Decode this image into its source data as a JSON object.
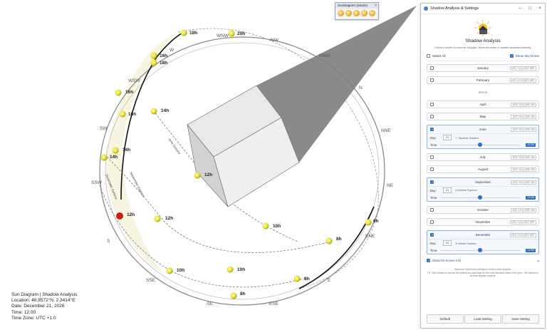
{
  "toolbar": {
    "title": "SunDiagram (Studio)"
  },
  "status": {
    "line1": "Sun Diagram | Shadow Analysis",
    "line2": "Location: 48.8572°N, 2.3414°E",
    "line3": "Date: December 21, 2026",
    "line4": "Time: 12:00",
    "line5": "Time Zone: UTC +1.0"
  },
  "scene": {
    "directions": [
      "N",
      "NNE",
      "NE",
      "ENE",
      "E",
      "ESE",
      "SE",
      "SSE",
      "S",
      "SSW",
      "SW",
      "WSW",
      "W",
      "WNW",
      "NW",
      "NNW"
    ],
    "path_labels": {
      "june": "June Solstice",
      "september": "September Equinox",
      "december": "December Solstice"
    },
    "sun_labels": [
      "18h",
      "20h",
      "16h",
      "18h",
      "16h",
      "14h",
      "16h",
      "14h",
      "14h",
      "12h",
      "12h",
      "12h",
      "10h",
      "10h",
      "8h",
      "6h",
      "10h",
      "8h",
      "8h"
    ]
  },
  "panel": {
    "window_title": "Shadow Analysis & Settings",
    "title": "Shadow Analysis",
    "description": "Check a month to show its Sunpath. Move the slider to update shadows instantly.",
    "select_all": "Select All",
    "show_sky_dome": "Show Sky Dome",
    "months": [
      {
        "name": "January",
        "tz": "UTC +1.0 | DST: OFF",
        "checked": false
      },
      {
        "name": "February",
        "tz": "UTC +1.0 | DST: OFF",
        "checked": false
      },
      {
        "name": "March"
      },
      {
        "name": "April",
        "tz": "UTC +2.0 | DST: ON",
        "checked": false
      },
      {
        "name": "May",
        "tz": "UTC +2.0 | DST: ON",
        "checked": false
      },
      {
        "name": "June",
        "tz": "UTC +2.0 | DST: ON",
        "checked": true,
        "day": "21",
        "event": "Summer Solstice",
        "time": "12:00",
        "time_fraction": 0.5
      },
      {
        "name": "July",
        "tz": "UTC +2.0 | DST: ON",
        "checked": false
      },
      {
        "name": "August",
        "tz": "UTC +2.0 | DST: ON",
        "checked": false
      },
      {
        "name": "September",
        "tz": "UTC +2.0 | DST: ON",
        "checked": true,
        "day": "21",
        "event": "Autumn Equinox",
        "time": "12:00",
        "time_fraction": 0.5
      },
      {
        "name": "October",
        "tz": "UTC +2.0 | DST: ON",
        "checked": false
      },
      {
        "name": "November",
        "tz": "UTC +1.0 | DST: OFF",
        "checked": false
      },
      {
        "name": "December",
        "tz": "UTC +1.0 | DST: OFF",
        "checked": true,
        "day": "21",
        "event": "Winter Solstice",
        "time": "12:00",
        "time_fraction": 0.5
      }
    ],
    "labels": {
      "day": "Day:",
      "time": "Time:"
    },
    "show_on_screen_info": "Show On-Screen Info",
    "tips": "Tip: Click Default to activate the optimal sun path stats for the most important dates of the year + the default for shadow diagram projects.",
    "tips_top": "Welcome! Save these settings to reuse in other projects.",
    "buttons": {
      "default": "Default",
      "load": "Load Setting",
      "save": "Save Setting"
    }
  }
}
